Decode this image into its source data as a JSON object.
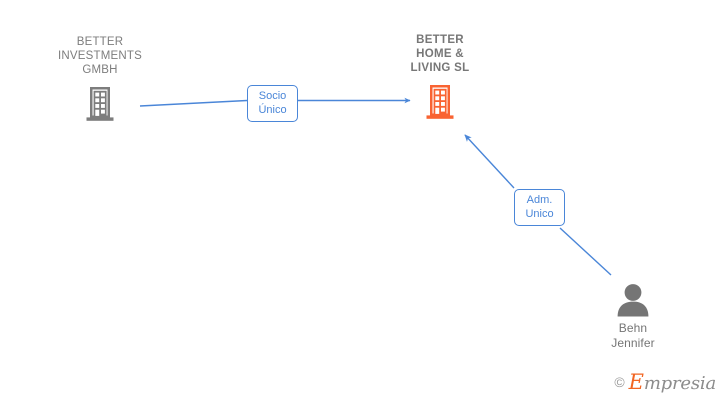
{
  "graph": {
    "title": "BETTER HOME & LIVING SL relationship graph",
    "colors": {
      "edge": "#4a86d8",
      "company_gray": "#7d7d7d",
      "company_orange": "#f96332",
      "person_gray": "#757575",
      "label_text": "#4a86d8",
      "brand_orange": "#f26522"
    },
    "nodes": [
      {
        "id": "better-investments-gmbh",
        "label": "BETTER\nINVESTMENTS\nGMBH",
        "label_position": "above",
        "icon": "company-building-icon",
        "icon_color": "#7d7d7d",
        "bold": false
      },
      {
        "id": "better-home-living-sl",
        "label": "BETTER\nHOME &\nLIVING  SL",
        "label_position": "above",
        "icon": "company-building-icon",
        "icon_color": "#f96332",
        "bold": true
      },
      {
        "id": "behn-jennifer",
        "label": "Behn\nJennifer",
        "label_position": "below",
        "icon": "person-icon",
        "icon_color": "#757575",
        "bold": false
      }
    ],
    "edges": [
      {
        "id": "edge-socio-unico",
        "from": "better-investments-gmbh",
        "to": "better-home-living-sl",
        "label": "Socio\nÚnico",
        "arrow": true
      },
      {
        "id": "edge-adm-unico",
        "from": "behn-jennifer",
        "to": "better-home-living-sl",
        "label": "Adm.\nUnico",
        "arrow": true
      }
    ]
  },
  "watermark": {
    "copyright": "©",
    "brand_initial": "E",
    "brand_rest": "mpresia"
  }
}
